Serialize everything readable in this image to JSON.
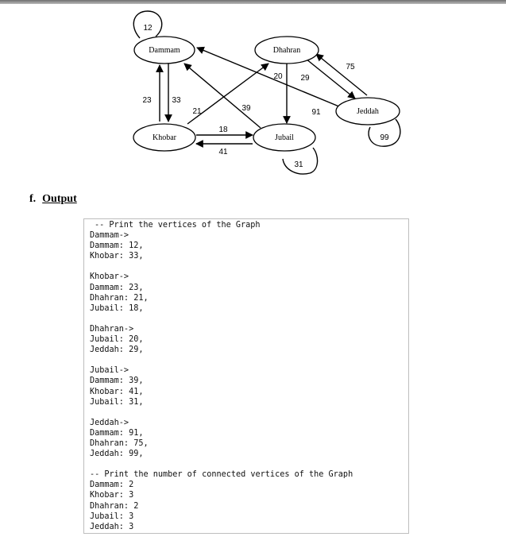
{
  "graph": {
    "nodes": [
      {
        "id": "dammam",
        "label": "Dammam"
      },
      {
        "id": "dhahran",
        "label": "Dhahran"
      },
      {
        "id": "khobar",
        "label": "Khobar"
      },
      {
        "id": "jubail",
        "label": "Jubail"
      },
      {
        "id": "jeddah",
        "label": "Jeddah"
      }
    ],
    "edges": [
      {
        "from": "dammam",
        "to": "dammam",
        "weight": "12"
      },
      {
        "from": "dammam",
        "to": "khobar",
        "weight": "33"
      },
      {
        "from": "khobar",
        "to": "dammam",
        "weight": "23"
      },
      {
        "from": "khobar",
        "to": "dhahran",
        "weight": "21"
      },
      {
        "from": "khobar",
        "to": "jubail",
        "weight": "18"
      },
      {
        "from": "dhahran",
        "to": "jubail",
        "weight": "20"
      },
      {
        "from": "dhahran",
        "to": "jeddah",
        "weight": "29"
      },
      {
        "from": "jubail",
        "to": "dammam",
        "weight": "39"
      },
      {
        "from": "jubail",
        "to": "khobar",
        "weight": "41"
      },
      {
        "from": "jubail",
        "to": "jubail",
        "weight": "31"
      },
      {
        "from": "jeddah",
        "to": "dammam",
        "weight": "91"
      },
      {
        "from": "jeddah",
        "to": "dhahran",
        "weight": "75"
      },
      {
        "from": "jeddah",
        "to": "jeddah",
        "weight": "99"
      }
    ]
  },
  "section": {
    "number": "f.",
    "title": "Output"
  },
  "output": {
    "lines": [
      {
        "text": "-- Print the vertices of the Graph",
        "header": true
      },
      {
        "text": "Dammam->"
      },
      {
        "text": "Dammam: 12,"
      },
      {
        "text": "Khobar: 33,"
      },
      {
        "text": ""
      },
      {
        "text": "Khobar->"
      },
      {
        "text": "Dammam: 23,"
      },
      {
        "text": "Dhahran: 21,"
      },
      {
        "text": "Jubail: 18,"
      },
      {
        "text": ""
      },
      {
        "text": "Dhahran->"
      },
      {
        "text": "Jubail: 20,"
      },
      {
        "text": "Jeddah: 29,"
      },
      {
        "text": ""
      },
      {
        "text": "Jubail->"
      },
      {
        "text": "Dammam: 39,"
      },
      {
        "text": "Khobar: 41,"
      },
      {
        "text": "Jubail: 31,"
      },
      {
        "text": ""
      },
      {
        "text": "Jeddah->"
      },
      {
        "text": "Dammam: 91,"
      },
      {
        "text": "Dhahran: 75,"
      },
      {
        "text": "Jeddah: 99,"
      },
      {
        "text": ""
      },
      {
        "text": "-- Print the number of connected vertices of the Graph"
      },
      {
        "text": "Dammam: 2"
      },
      {
        "text": "Khobar: 3"
      },
      {
        "text": "Dhahran: 2"
      },
      {
        "text": "Jubail: 3"
      },
      {
        "text": "Jeddah: 3"
      }
    ]
  }
}
